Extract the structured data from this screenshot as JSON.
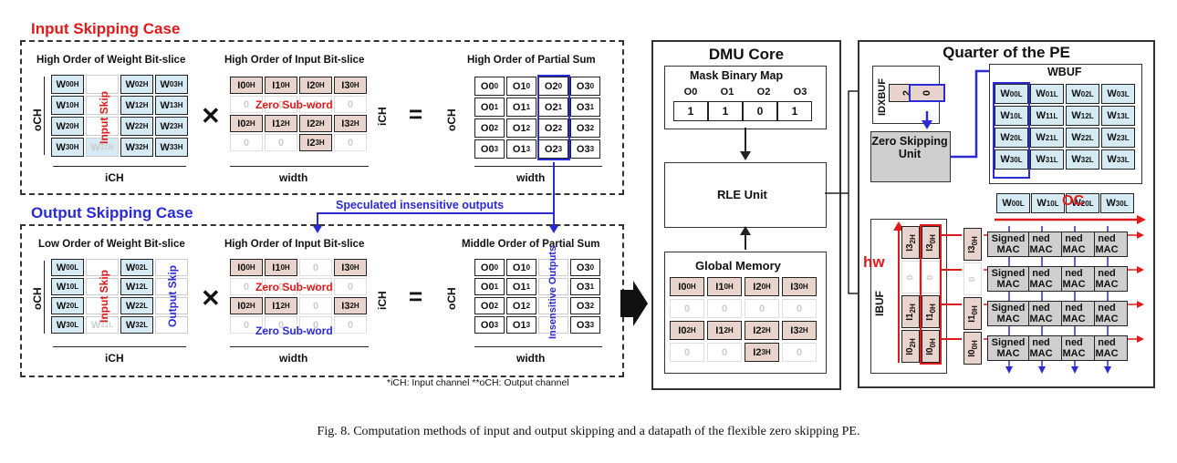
{
  "input_case": {
    "title": "Input Skipping Case",
    "weight_title": "High Order of Weight Bit-slice",
    "input_title": "High Order of Input Bit-slice",
    "psum_title": "High Order of Partial Sum",
    "weights": [
      [
        "W00H",
        "",
        "W02H",
        "W03H"
      ],
      [
        "W10H",
        "",
        "W12H",
        "W13H"
      ],
      [
        "W20H",
        "",
        "W22H",
        "W23H"
      ],
      [
        "W30H",
        "W31H",
        "W32H",
        "W33H"
      ]
    ],
    "skip_label": "Input Skip",
    "zero_subword": "Zero Sub-word",
    "inputs": [
      [
        "I00H",
        "I10H",
        "I20H",
        "I30H"
      ],
      [
        "0",
        "0",
        "0",
        "0"
      ],
      [
        "I02H",
        "I12H",
        "I22H",
        "I32H"
      ],
      [
        "0",
        "0",
        "I23H",
        "0"
      ]
    ],
    "psums": [
      [
        "O00",
        "O10",
        "O20",
        "O30"
      ],
      [
        "O01",
        "O11",
        "O21",
        "O31"
      ],
      [
        "O02",
        "O12",
        "O22",
        "O32"
      ],
      [
        "O03",
        "O13",
        "O23",
        "O33"
      ]
    ],
    "och": "oCH",
    "ich": "iCH",
    "width": "width"
  },
  "output_case": {
    "title": "Output Skipping Case",
    "weight_title": "Low Order of Weight Bit-slice",
    "input_title": "High Order of Input Bit-slice",
    "psum_title": "Middle Order of Partial Sum",
    "weights": [
      [
        "W00L",
        "",
        "W02L",
        ""
      ],
      [
        "W10L",
        "",
        "W12L",
        ""
      ],
      [
        "W20L",
        "",
        "W22L",
        ""
      ],
      [
        "W30L",
        "W31L",
        "W32L",
        ""
      ]
    ],
    "input_skip": "Input Skip",
    "output_skip": "Output Skip",
    "zero_subword": "Zero Sub-word",
    "inputs": [
      [
        "I00H",
        "I10H",
        "0",
        "I30H"
      ],
      [
        "0",
        "0",
        "0",
        "0"
      ],
      [
        "I02H",
        "I12H",
        "0",
        "I32H"
      ],
      [
        "0",
        "0",
        "0",
        "0"
      ]
    ],
    "psums": [
      [
        "O00",
        "O10",
        "",
        "O30"
      ],
      [
        "O01",
        "O11",
        "",
        "O31"
      ],
      [
        "O02",
        "O12",
        "",
        "O32"
      ],
      [
        "O03",
        "O13",
        "",
        "O33"
      ]
    ],
    "insensitive": "Insensitive Outputs",
    "och": "oCH",
    "ich": "iCH",
    "width": "width"
  },
  "speculated": "Speculated insensitive outputs",
  "footnote": "*iCH: Input channel  **oCH: Output channel",
  "dmu": {
    "title": "DMU Core",
    "mask_title": "Mask Binary Map",
    "mask_heads": [
      "O0",
      "O1",
      "O2",
      "O3"
    ],
    "mask_vals": [
      "1",
      "1",
      "0",
      "1"
    ],
    "rle": "RLE Unit",
    "gm_title": "Global Memory",
    "gm_rows": [
      [
        "I00H",
        "I10H",
        "I20H",
        "I30H"
      ],
      [
        "0",
        "0",
        "0",
        "0"
      ],
      [
        "I02H",
        "I12H",
        "I22H",
        "I32H"
      ],
      [
        "0",
        "0",
        "I23H",
        "0"
      ]
    ]
  },
  "pe": {
    "title": "Quarter of the PE",
    "idxbuf": "IDXBUF",
    "idx_vals": [
      "2",
      "0"
    ],
    "zsu": "Zero Skipping Unit",
    "wbuf": "WBUF",
    "wbuf_cells": [
      [
        "W00L",
        "W01L",
        "W02L",
        "W03L"
      ],
      [
        "W10L",
        "W11L",
        "W12L",
        "W13L"
      ],
      [
        "W20L",
        "W21L",
        "W22L",
        "W23L"
      ],
      [
        "W30L",
        "W31L",
        "W32L",
        "W33L"
      ]
    ],
    "wrow": [
      "W00L",
      "W10L",
      "W20L",
      "W30L"
    ],
    "oc": "OC",
    "hw": "hw",
    "ibuf": "IBUF",
    "ibuf_col1": [
      "I32H",
      "0",
      "I12H",
      "I02H"
    ],
    "ibuf_col2": [
      "I30H",
      "0",
      "I10H",
      "I00H"
    ],
    "feed": [
      "I30H",
      "0",
      "I10H",
      "I00H"
    ],
    "mac": "Signed MAC",
    "mac_partial": "ned MAC"
  },
  "caption": "Fig. 8.  Computation methods of input and output skipping and a datapath of the flexible zero skipping PE."
}
